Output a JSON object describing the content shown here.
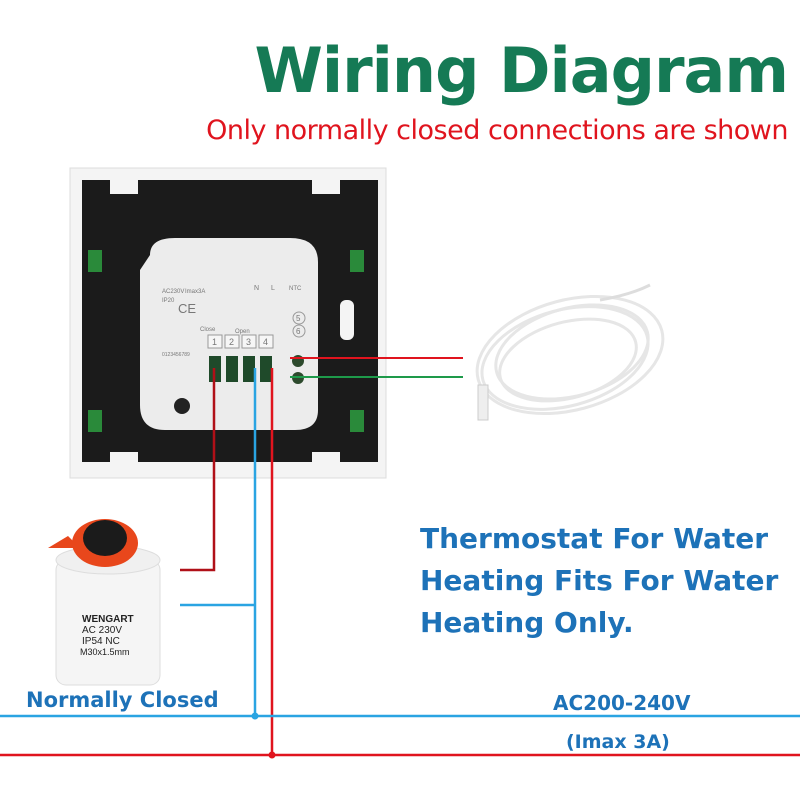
{
  "title": "Wiring Diagram",
  "subtitle": "Only normally closed connections are shown",
  "description": [
    "Thermostat For Water",
    "Heating  Fits For Water",
    "Heating Only."
  ],
  "actuator": {
    "label": "Normally Closed",
    "brand": "WENGART",
    "spec1": "AC 230V",
    "spec2": "IP54 NC",
    "spec3": "M30x1.5mm"
  },
  "thermostat": {
    "rating": "AC230V",
    "imax_label": "Imax3A",
    "ip": "IP20",
    "ce": "CE",
    "close": "Close",
    "open": "Open",
    "n": "N",
    "l": "L",
    "ntc": "NTC",
    "terminals": [
      "1",
      "2",
      "3",
      "4"
    ],
    "ntc_terminals": [
      "5",
      "6"
    ],
    "serial": "0123456789"
  },
  "power": {
    "voltage": "AC200-240V",
    "current": "(Imax 3A)"
  },
  "colors": {
    "title": "#157a55",
    "subtitle": "#e0141e",
    "live": "#e0141e",
    "neutral": "#2aa4e2",
    "sensor_green": "#1e9a4a",
    "text_blue": "#1d72b8"
  }
}
